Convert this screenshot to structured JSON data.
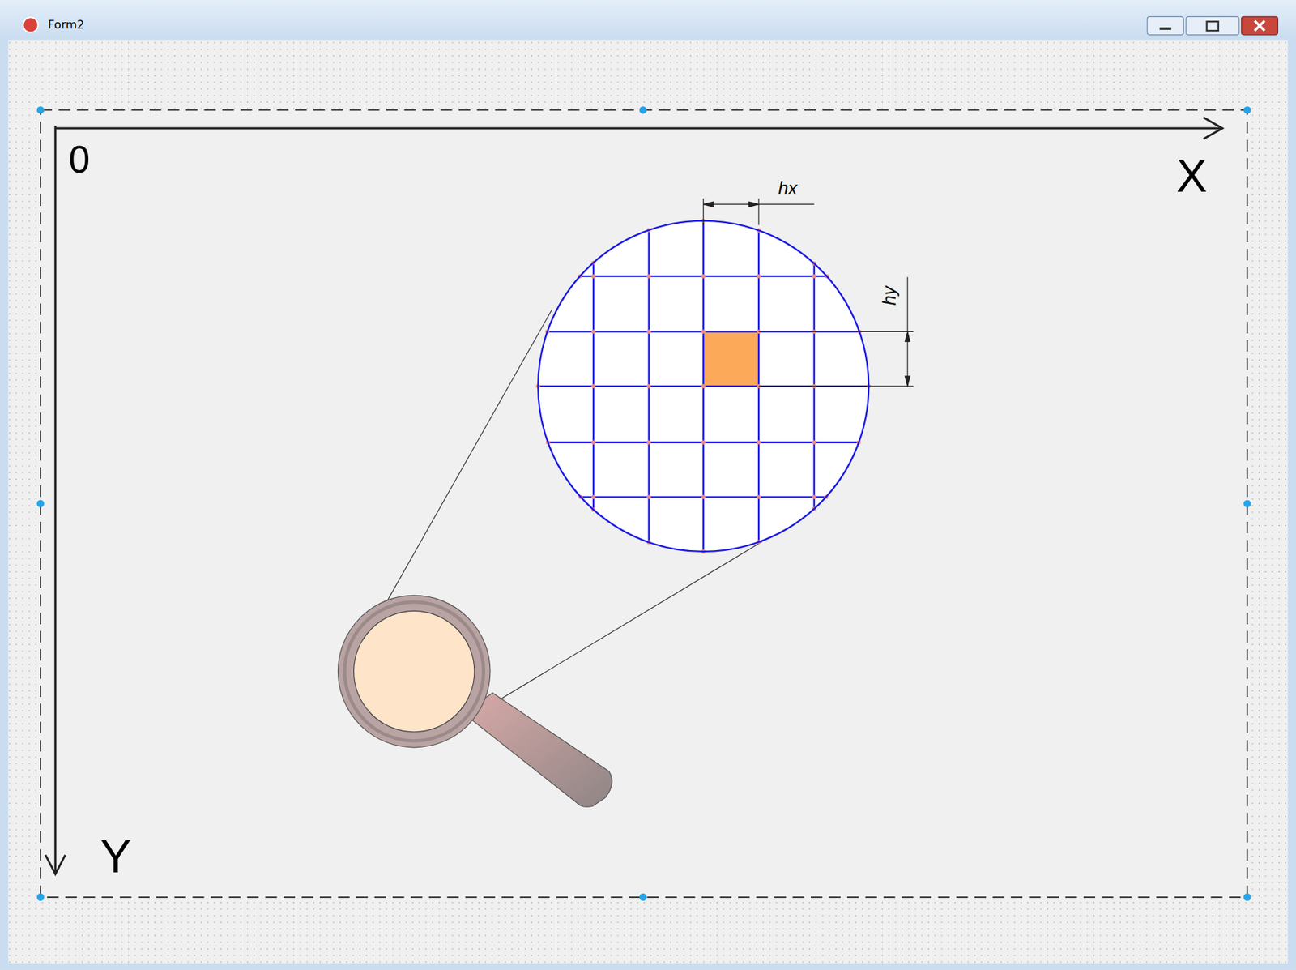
{
  "diagram": {
    "labels": [
      "Form2",
      "0",
      "X",
      "Y",
      "hx",
      "hy"
    ]
  }
}
